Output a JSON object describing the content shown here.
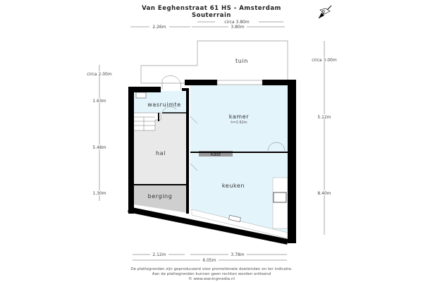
{
  "header": {
    "title": "Van Eeghenstraat 61 HS - Amsterdam",
    "subtitle": "Souterrain"
  },
  "compass": {
    "label": "N"
  },
  "dimensions": {
    "top_circa": "circa 3.80m",
    "top_left": "2.26m",
    "top_right": "3.80m",
    "left": [
      "circa 2.00m",
      "1.63m",
      "5.48m",
      "1.30m"
    ],
    "right": [
      "circa 3.00m",
      "5.12m",
      "8.40m"
    ],
    "bottom_left": "2.12m",
    "bottom_right": "3.78m",
    "bottom_total": "6.05m"
  },
  "rooms": {
    "tuin": "tuin",
    "wasruimte": "wasruimte",
    "kamer": "kamer",
    "kamer_height": "h=2.62m",
    "kast": "kast",
    "hal": "hal",
    "berging": "berging",
    "keuken": "keuken"
  },
  "colors": {
    "room_blue": "#e3f4fb",
    "hal_gray": "#e9e9e9",
    "berging_gray": "#cfcfcf",
    "wall": "#000000"
  },
  "footer": {
    "line1": "De plattegronden zijn geproduceerd voor promotionele doeleinden en ter indicatie.",
    "line2": "Aan de plattegronden kunnen geen rechten worden ontleend",
    "line3": "© www.waningmedia.nl"
  }
}
